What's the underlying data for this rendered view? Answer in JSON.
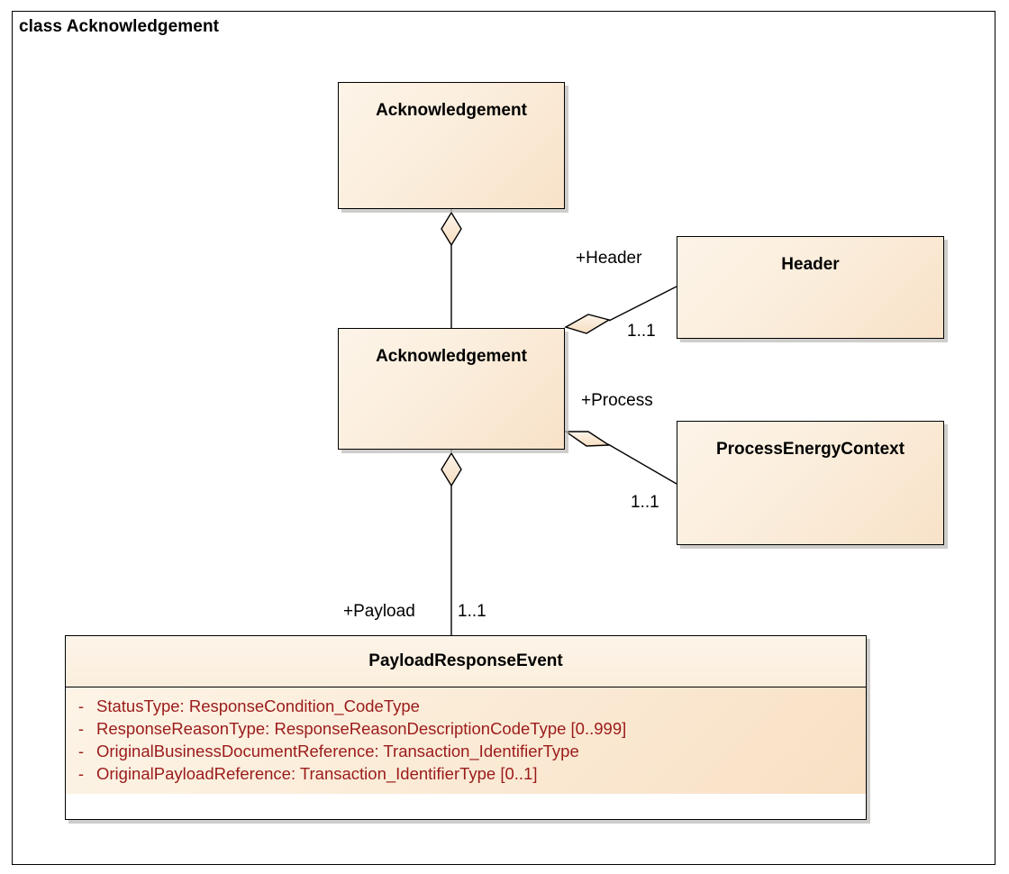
{
  "frame": {
    "label": "class Acknowledgement"
  },
  "colors": {
    "node_fill_light": "#fdf4e8",
    "node_fill_dark": "#f8e2c8",
    "node_border": "#000000",
    "attribute_text": "#9b1b1b",
    "shadow": "#bebcba",
    "canvas": "#ffffff"
  },
  "nodes": {
    "acknowledgement_top": {
      "title": "Acknowledgement"
    },
    "acknowledgement_mid": {
      "title": "Acknowledgement"
    },
    "header": {
      "title": "Header"
    },
    "process_energy_context": {
      "title": "ProcessEnergyContext"
    },
    "payload_response_event": {
      "title": "PayloadResponseEvent",
      "attributes": [
        {
          "visibility": "-",
          "text": "StatusType: ResponseCondition_CodeType"
        },
        {
          "visibility": "-",
          "text": "ResponseReasonType: ResponseReasonDescriptionCodeType [0..999]"
        },
        {
          "visibility": "-",
          "text": "OriginalBusinessDocumentReference: Transaction_IdentifierType"
        },
        {
          "visibility": "-",
          "text": "OriginalPayloadReference: Transaction_IdentifierType [0..1]"
        }
      ]
    }
  },
  "edges": {
    "top_to_mid": {
      "role": "",
      "multiplicity": ""
    },
    "mid_to_header": {
      "role": "+Header",
      "multiplicity": "1..1"
    },
    "mid_to_process": {
      "role": "+Process",
      "multiplicity": "1..1"
    },
    "mid_to_payload": {
      "role": "+Payload",
      "multiplicity": "1..1"
    }
  }
}
